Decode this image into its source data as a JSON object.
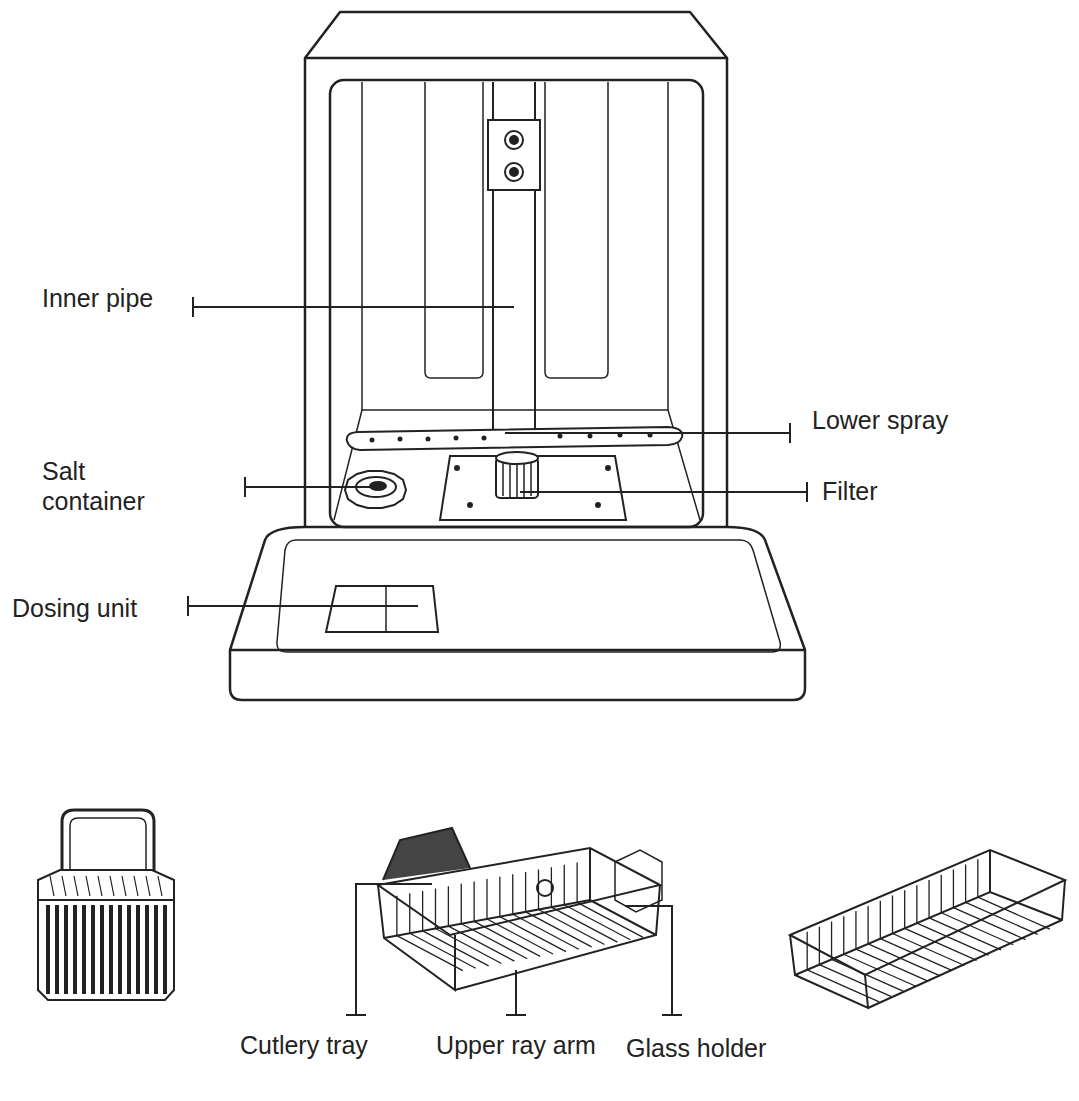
{
  "diagram": {
    "labels": [
      "Inner pipe",
      "Lower spray",
      "Salt container",
      "Filter",
      "Dosing unit",
      "Cutlery tray",
      "Upper ray arm",
      "Glass holder"
    ]
  }
}
